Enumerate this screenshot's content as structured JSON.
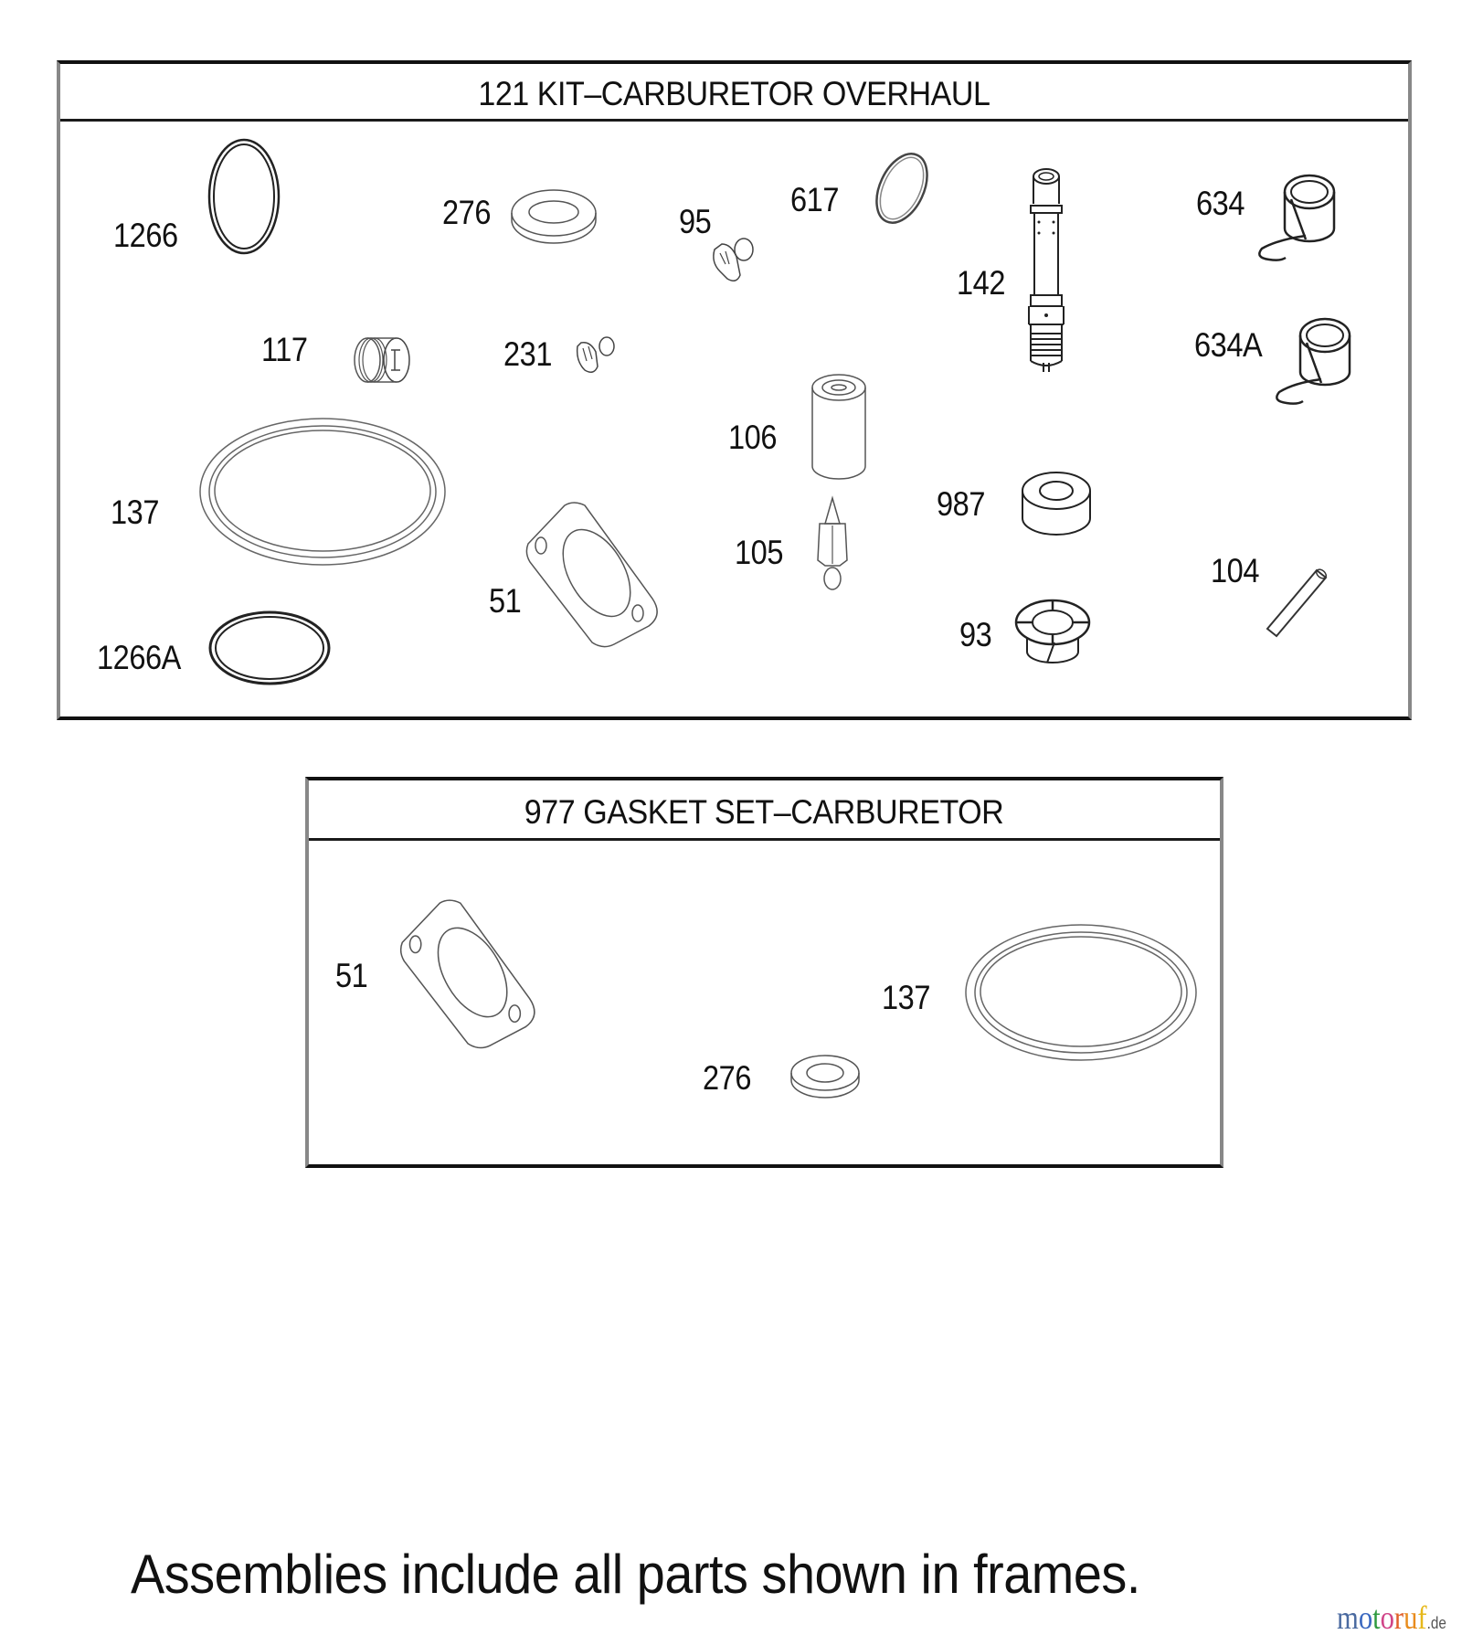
{
  "frames": [
    {
      "title": "121 KIT–CARBURETOR OVERHAUL",
      "labels": {
        "p1266": "1266",
        "p276": "276",
        "p95": "95",
        "p617": "617",
        "p142": "142",
        "p634": "634",
        "p117": "117",
        "p231": "231",
        "p634A": "634A",
        "p106": "106",
        "p137": "137",
        "p987": "987",
        "p105": "105",
        "p51": "51",
        "p104": "104",
        "p1266A": "1266A",
        "p93": "93"
      }
    },
    {
      "title": "977 GASKET SET–CARBURETOR",
      "labels": {
        "p51": "51",
        "p137": "137",
        "p276": "276"
      }
    }
  ],
  "footer": {
    "note": "Assemblies include all parts shown in frames."
  },
  "watermark": {
    "letters": [
      "m",
      "o",
      "t",
      "o",
      "r",
      "u",
      "f"
    ],
    "colors": [
      "#4a6aa0",
      "#3a68c0",
      "#2f9a3f",
      "#d04488",
      "#e0602a",
      "#e88c1e",
      "#e6b81a"
    ],
    "tld": ".de"
  }
}
